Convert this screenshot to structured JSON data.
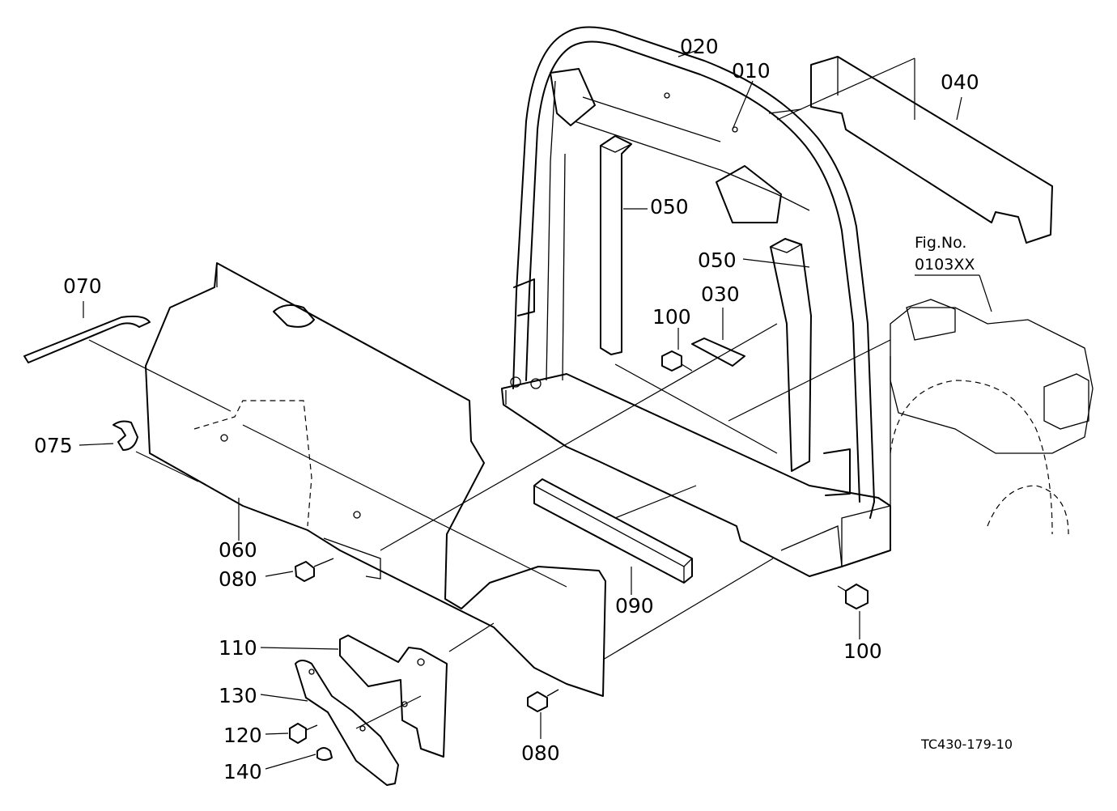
{
  "callouts": {
    "c010": "010",
    "c020": "020",
    "c030": "030",
    "c040": "040",
    "c050_upper": "050",
    "c050_lower": "050",
    "c060": "060",
    "c070": "070",
    "c075": "075",
    "c080_left": "080",
    "c080_bottom": "080",
    "c090": "090",
    "c100_upper": "100",
    "c100_lower": "100",
    "c110": "110",
    "c120": "120",
    "c130": "130",
    "c140": "140"
  },
  "figure_ref": {
    "label": "Fig.No.",
    "number": "0103XX"
  },
  "drawing_code": "TC430-179-10",
  "colors": {
    "line": "#000000",
    "background": "#ffffff"
  }
}
